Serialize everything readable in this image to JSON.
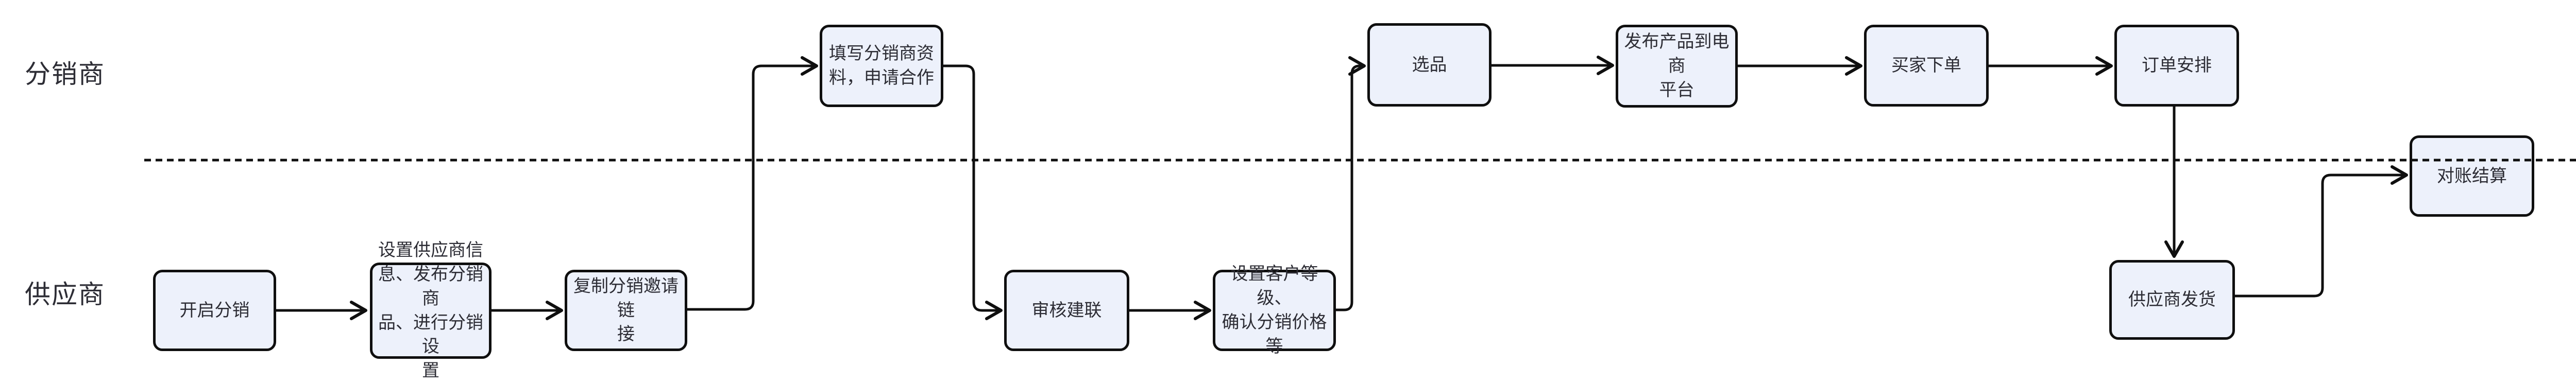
{
  "diagram": {
    "lanes": [
      {
        "id": "distributor",
        "label": "分销商"
      },
      {
        "id": "supplier",
        "label": "供应商"
      }
    ],
    "nodes": [
      {
        "id": "enable-distribution",
        "lane": "supplier",
        "label": "开启分销"
      },
      {
        "id": "setup-supplier-info",
        "lane": "supplier",
        "label": "设置供应商信\n息、发布分销商\n品、进行分销设\n置"
      },
      {
        "id": "copy-invite-link",
        "lane": "supplier",
        "label": "复制分销邀请链\n接"
      },
      {
        "id": "fill-distributor-info",
        "lane": "distributor",
        "label": "填写分销商资\n料，申请合作"
      },
      {
        "id": "review-connect",
        "lane": "supplier",
        "label": "审核建联"
      },
      {
        "id": "set-customer-tier-price",
        "lane": "supplier",
        "label": "设置客户等级、\n确认分销价格等"
      },
      {
        "id": "select-products",
        "lane": "distributor",
        "label": "选品"
      },
      {
        "id": "publish-to-ecommerce",
        "lane": "distributor",
        "label": "发布产品到电商\n平台"
      },
      {
        "id": "buyer-order",
        "lane": "distributor",
        "label": "买家下单"
      },
      {
        "id": "order-arrangement",
        "lane": "distributor",
        "label": "订单安排"
      },
      {
        "id": "supplier-ship",
        "lane": "supplier",
        "label": "供应商发货"
      },
      {
        "id": "reconciliation-settlement",
        "lane": "boundary",
        "label": "对账结算"
      }
    ],
    "edges": [
      {
        "from": "enable-distribution",
        "to": "setup-supplier-info"
      },
      {
        "from": "setup-supplier-info",
        "to": "copy-invite-link"
      },
      {
        "from": "copy-invite-link",
        "to": "fill-distributor-info"
      },
      {
        "from": "fill-distributor-info",
        "to": "review-connect"
      },
      {
        "from": "review-connect",
        "to": "set-customer-tier-price"
      },
      {
        "from": "set-customer-tier-price",
        "to": "select-products"
      },
      {
        "from": "select-products",
        "to": "publish-to-ecommerce"
      },
      {
        "from": "publish-to-ecommerce",
        "to": "buyer-order"
      },
      {
        "from": "buyer-order",
        "to": "order-arrangement"
      },
      {
        "from": "order-arrangement",
        "to": "supplier-ship"
      },
      {
        "from": "supplier-ship",
        "to": "reconciliation-settlement"
      }
    ],
    "colors": {
      "background": "#ffffff",
      "node_fill": "#edf1fb",
      "node_border": "#0f0f0f",
      "connector": "#0f0f0f",
      "text": "#2d2d35"
    }
  }
}
